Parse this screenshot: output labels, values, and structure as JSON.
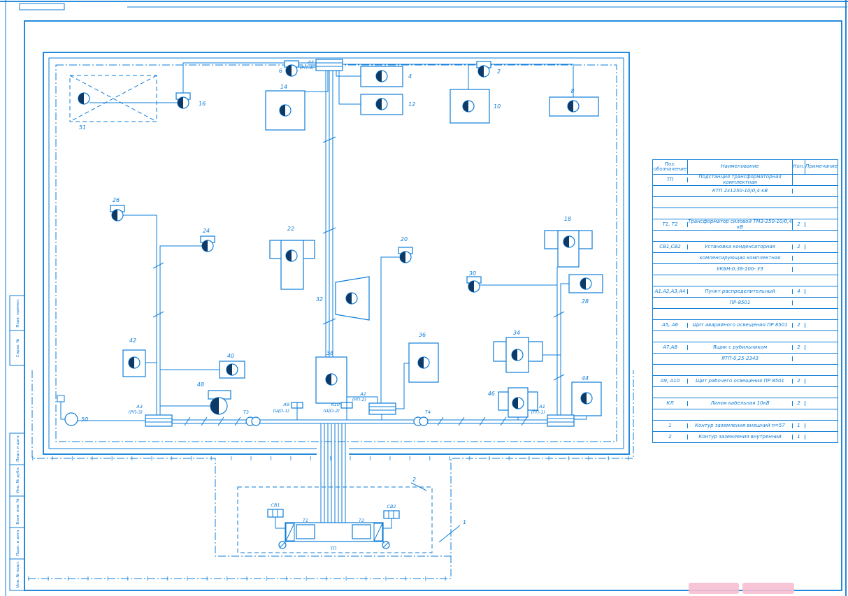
{
  "colors": {
    "line": "#0e7dd8",
    "dark": "#0d3a66",
    "watermark": "#f6bfd2"
  },
  "frame": {
    "stamps": [
      "Перв. примен.",
      "Справ. №",
      "Подп. и дата",
      "Инв. № дубл.",
      "Взам. инв. №",
      "Подп. и дата",
      "Инв. № подл."
    ]
  },
  "d": {
    "i2": "2",
    "i4": "4",
    "i6": "6",
    "i8": "8",
    "i10": "10",
    "i12": "12",
    "i14": "14",
    "i16": "16",
    "i18": "18",
    "i20": "20",
    "i22": "22",
    "i24": "24",
    "i26": "26",
    "i28": "28",
    "i30": "30",
    "i32": "32",
    "i34": "34",
    "i36": "36",
    "i38": "38",
    "i40": "40",
    "i42": "42",
    "i44": "44",
    "i46": "46",
    "i48": "48",
    "i50": "50",
    "i51": "51",
    "a1": "А1",
    "a1s": "(РП-1)",
    "a2": "А2",
    "a2s": "(РП-2)",
    "a3": "А3",
    "a3s": "(РП-3)",
    "a4": "А4",
    "a4s": "(РП-4)",
    "a9": "А9",
    "a9s": "(ЩО-1)",
    "a10": "А10",
    "a10s": "(ЩО-2)",
    "t1": "Т1",
    "t2": "Т2",
    "t3": "Т3",
    "t4": "Т4",
    "tp": "ТП",
    "sv1": "СВ1",
    "sv2": "СВ2",
    "k1": "1",
    "k2": "2"
  },
  "table": {
    "headers": {
      "pos": "Поз. обозначение",
      "name": "Наименование",
      "qty": "Кол.",
      "note": "Примечание"
    },
    "rows": [
      {
        "pos": "ТП",
        "name": "Подстанция трансформаторная комплектная",
        "qty": "",
        "note": ""
      },
      {
        "pos": "",
        "name": "КТП 2х1250-10/0,4 кВ",
        "qty": "",
        "note": ""
      },
      {
        "pos": "",
        "name": "",
        "qty": "",
        "note": ""
      },
      {
        "pos": "",
        "name": "",
        "qty": "",
        "note": ""
      },
      {
        "pos": "Т1, Т2",
        "name": "Трансформатор силовой ТМЗ-250-10/0,4 кВ",
        "qty": "2",
        "note": ""
      },
      {
        "pos": "",
        "name": "",
        "qty": "",
        "note": ""
      },
      {
        "pos": "СВ1,СВ2",
        "name": "Установка конденсаторная",
        "qty": "2",
        "note": ""
      },
      {
        "pos": "",
        "name": "компенсирующая комплектная",
        "qty": "",
        "note": ""
      },
      {
        "pos": "",
        "name": "УКБН-0,38-100- У3",
        "qty": "",
        "note": ""
      },
      {
        "pos": "",
        "name": "",
        "qty": "",
        "note": ""
      },
      {
        "pos": "А1,А2,А3,А4",
        "name": "Пункт распределительный",
        "qty": "4",
        "note": ""
      },
      {
        "pos": "",
        "name": "ПР-8501",
        "qty": "",
        "note": ""
      },
      {
        "pos": "",
        "name": "",
        "qty": "",
        "note": ""
      },
      {
        "pos": "А5, А6",
        "name": "Щит аварийного освещения ПР 8501",
        "qty": "2",
        "note": ""
      },
      {
        "pos": "",
        "name": "",
        "qty": "",
        "note": ""
      },
      {
        "pos": "А7,А8",
        "name": "Ящик с рубильником",
        "qty": "2",
        "note": ""
      },
      {
        "pos": "",
        "name": "ЯТП-0,25-2343",
        "qty": "",
        "note": ""
      },
      {
        "pos": "",
        "name": "",
        "qty": "",
        "note": ""
      },
      {
        "pos": "А9, А10",
        "name": "Щит рабочего освещения ПР 8501",
        "qty": "2",
        "note": ""
      },
      {
        "pos": "",
        "name": "",
        "qty": "",
        "note": ""
      },
      {
        "pos": "КЛ",
        "name": "Линия кабельная 10кВ",
        "qty": "2",
        "note": ""
      },
      {
        "pos": "",
        "name": "",
        "qty": "",
        "note": ""
      },
      {
        "pos": "1",
        "name": "Контур заземления внешний n=57",
        "qty": "1",
        "note": ""
      },
      {
        "pos": "2",
        "name": "Контур заземления внутренний",
        "qty": "1",
        "note": ""
      }
    ]
  }
}
